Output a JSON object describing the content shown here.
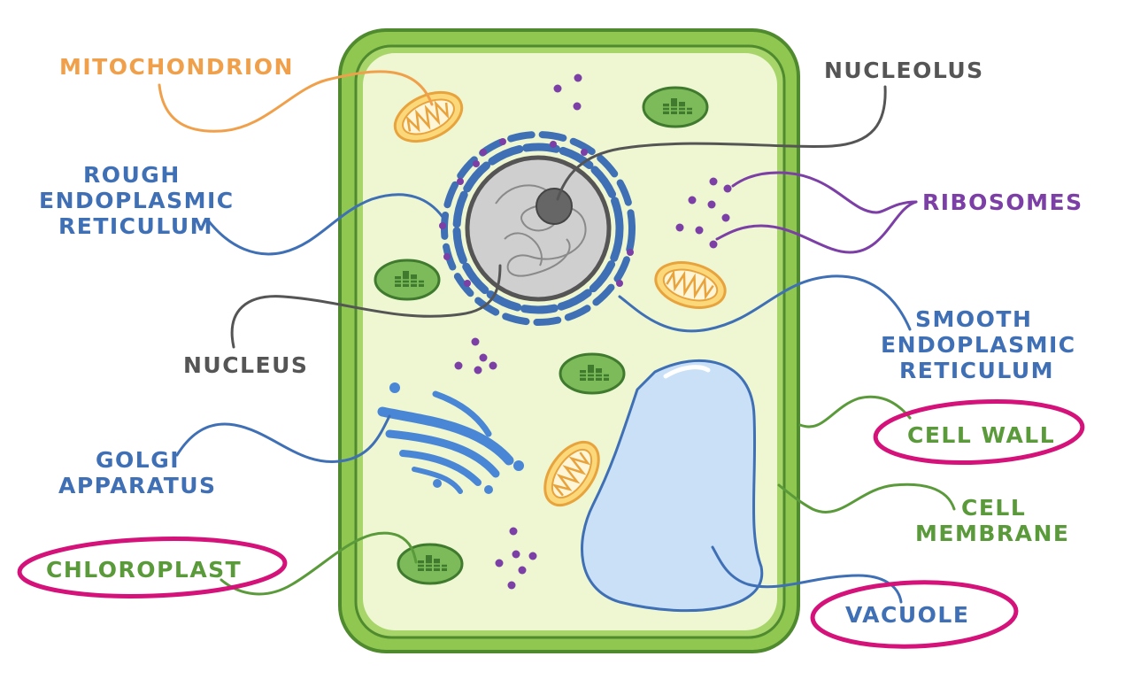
{
  "labels": {
    "mitochondrion": "MITOCHONDRION",
    "rough_er_1": "ROUGH",
    "rough_er_2": "ENDOPLASMIC",
    "rough_er_3": "RETICULUM",
    "nucleus": "NUCLEUS",
    "golgi_1": "GOLGI",
    "golgi_2": "APPARATUS",
    "chloroplast": "CHLOROPLAST",
    "nucleolus": "NUCLEOLUS",
    "ribosomes": "RIBOSOMES",
    "smooth_er_1": "SMOOTH",
    "smooth_er_2": "ENDOPLASMIC",
    "smooth_er_3": "RETICULUM",
    "cell_wall": "CELL WALL",
    "cell_membrane_1": "CELL",
    "cell_membrane_2": "MEMBRANE",
    "vacuole": "VACUOLE"
  },
  "colors": {
    "orange": "#f0a04a",
    "blue": "#3f6fb5",
    "grey": "#555555",
    "purple": "#7b3fa6",
    "green": "#5a9a3a",
    "magenta": "#d4127a",
    "wall": "#8fc750",
    "cytoplasm": "#eef7d2",
    "vacuole": "#c9e0f7"
  }
}
